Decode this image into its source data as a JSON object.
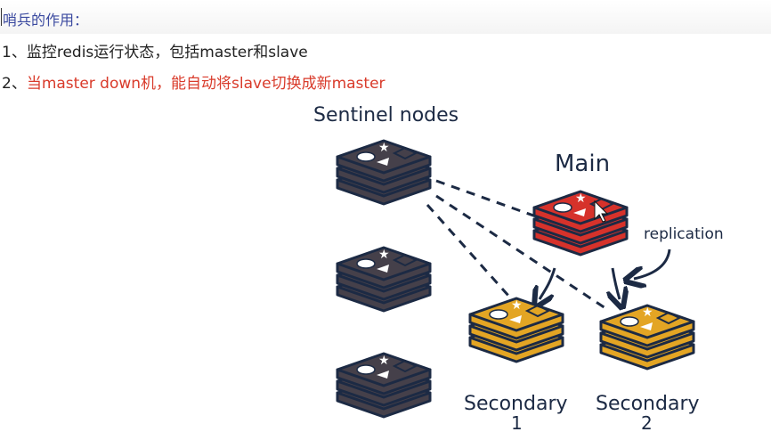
{
  "heading": "哨兵的作用：",
  "points": {
    "p1_num": "1、",
    "p1_text": "监控redis运行状态，包括master和slave",
    "p2_num": "2、",
    "p2_prefix": "当",
    "p2_red": "master down机，能自动将slave切换成新master"
  },
  "diagram": {
    "sentinel_label": "Sentinel nodes",
    "main_label": "Main",
    "replication_label": "replication",
    "secondary1_label": "Secondary",
    "secondary1_num": "1",
    "secondary2_label": "Secondary",
    "secondary2_num": "2"
  },
  "colors": {
    "heading": "#3b4aa0",
    "highlight": "#d93b2b",
    "sentinel": "#45404a",
    "main": "#d6322b",
    "secondary": "#e3a524",
    "outline": "#1c2a44"
  }
}
